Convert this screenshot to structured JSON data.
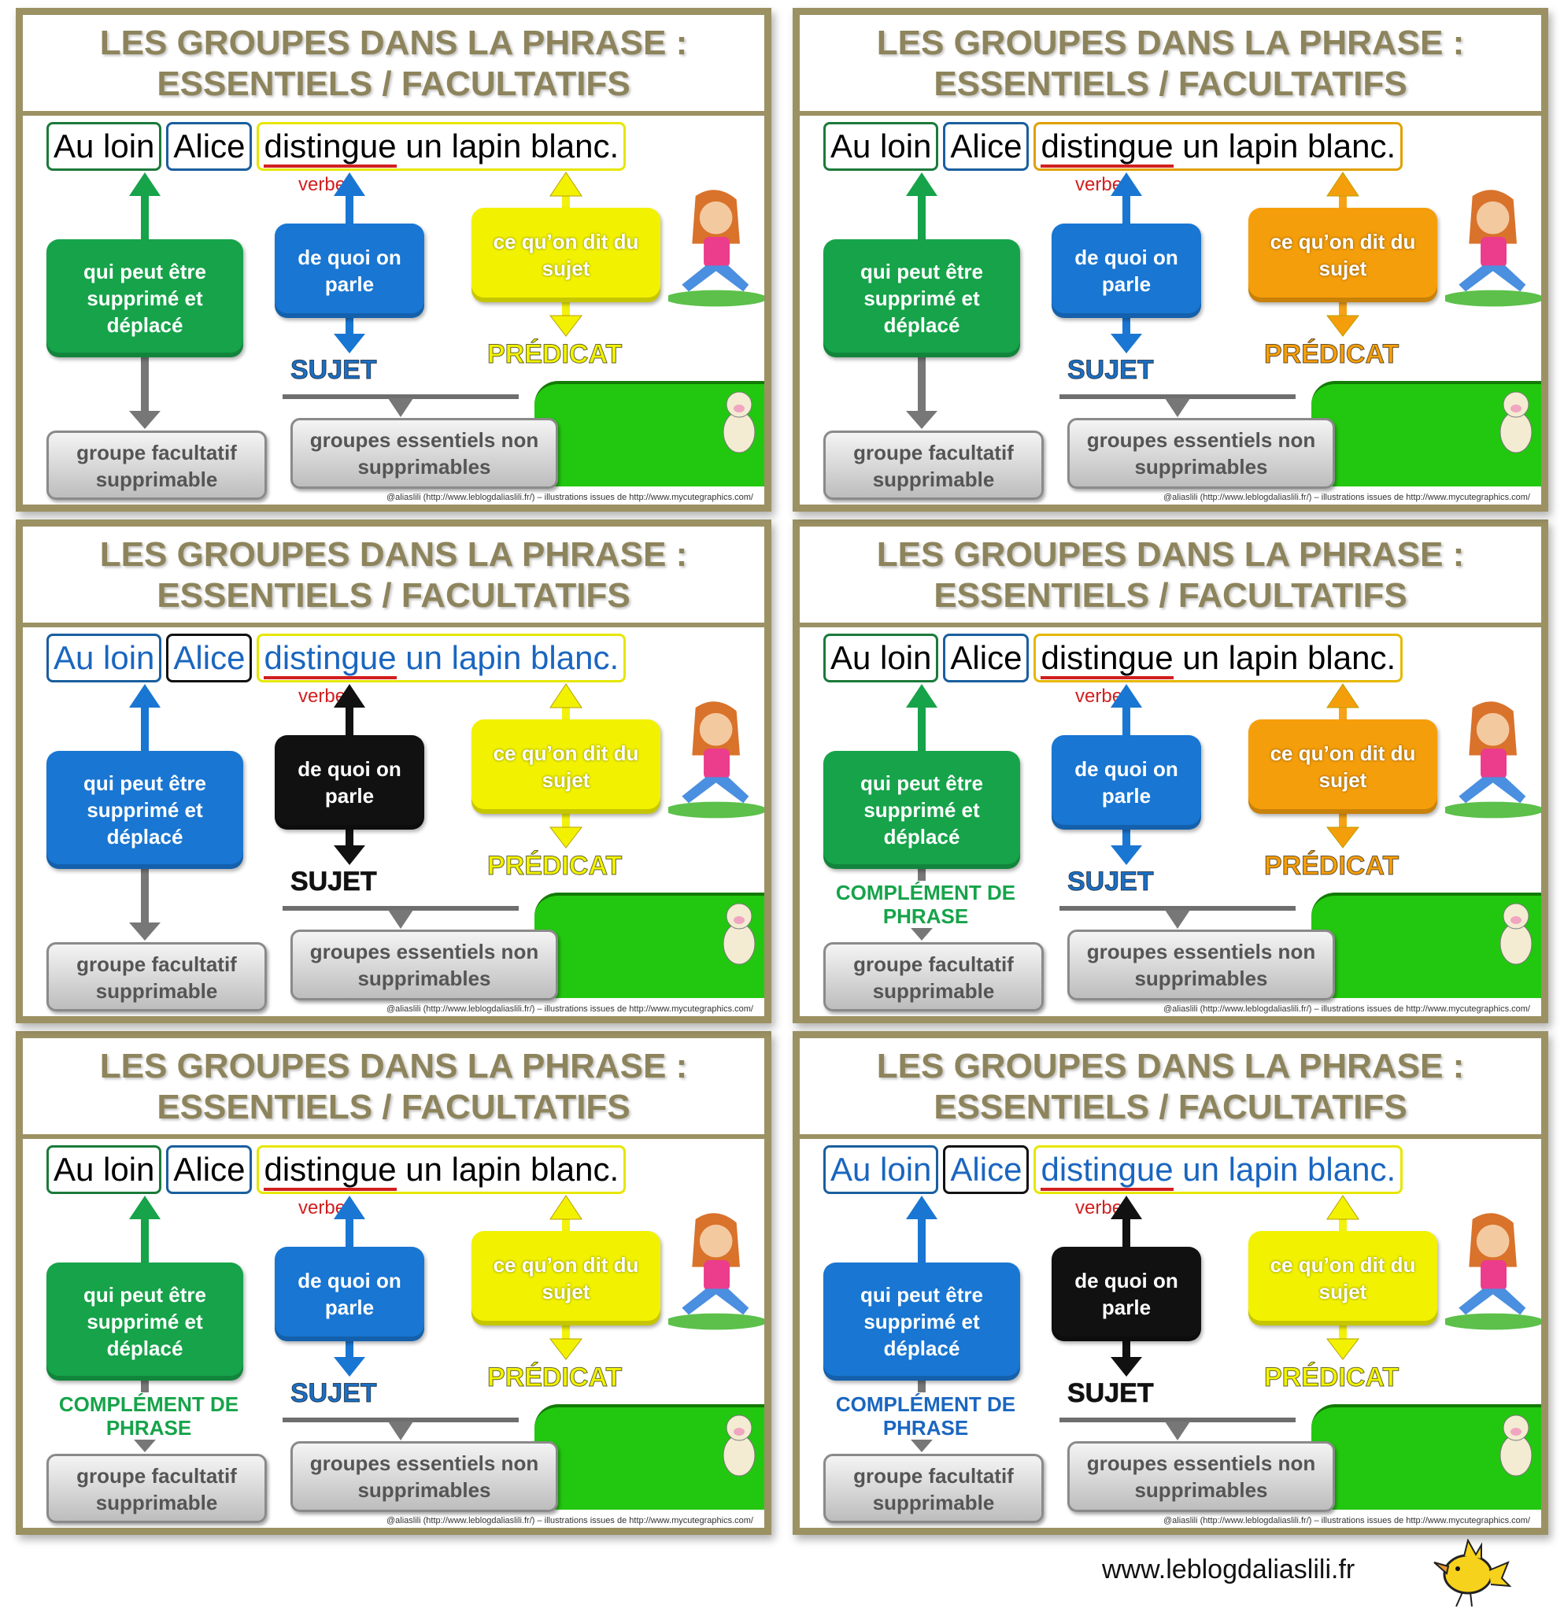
{
  "texts": {
    "title_line1": "LES GROUPES DANS LA PHRASE :",
    "title_line2": "ESSENTIELS / FACULTATIFS",
    "sentence_part1": "Au loin",
    "sentence_part2": "Alice",
    "sentence_verb": "distingue",
    "sentence_rest": "un lapin blanc.",
    "verbe_label": "verbe",
    "complement_box": "qui peut être supprimé et déplacé",
    "subject_box": "de quoi on parle",
    "predicate_box": "ce qu’on dit du sujet",
    "sujet_label": "SUJET",
    "predicat_label": "PRÉDICAT",
    "complement_label": "COMPLÉMENT DE PHRASE",
    "facultatif_button": "groupe facultatif supprimable",
    "essentiels_button": "groupes essentiels non supprimables",
    "credit": "@aliaslili (http://www.leblogdaliaslili.fr/) – illustrations issues de http://www.mycutegraphics.com/"
  },
  "watermark": "www.leblogdaliaslili.fr",
  "colors": {
    "frame": "#9b9163",
    "title": "#8d845c",
    "verb_red": "#d21f1f",
    "grass": "#22c80f"
  },
  "cards": [
    {
      "sentence_color": "#000000",
      "border1": "#1b7a3a",
      "border2": "#1a5f9e",
      "border3": "#e6b800",
      "comp": "#16a34a",
      "subj": "#1976d2",
      "pred": "#f59e0b",
      "sujet": "#1b6fc4",
      "predicat": "#f59e0b",
      "complement_label": true,
      "complement_color": "#16a34a"
    },
    {
      "sentence_color": "#000000",
      "border1": "#1b7a3a",
      "border2": "#1a5f9e",
      "border3": "#e6e600",
      "comp": "#16a34a",
      "subj": "#1976d2",
      "pred": "#f2f200",
      "sujet": "#1b6fc4",
      "predicat": "#f2f200",
      "complement_label": true,
      "complement_color": "#16a34a"
    },
    {
      "sentence_color": "#1a66c0",
      "border1": "#1a5f9e",
      "border2": "#111111",
      "border3": "#e6e600",
      "comp": "#1976d2",
      "subj": "#111111",
      "pred": "#f2f200",
      "sujet": "#111111",
      "predicat": "#f2f200",
      "complement_label": true,
      "complement_color": "#1a66c0"
    },
    {
      "sentence_color": "#000000",
      "border1": "#1b7a3a",
      "border2": "#1a5f9e",
      "border3": "#e0a000",
      "comp": "#16a34a",
      "subj": "#1976d2",
      "pred": "#f59e0b",
      "sujet": "#1b6fc4",
      "predicat": "#f59e0b",
      "complement_label": false
    },
    {
      "sentence_color": "#000000",
      "border1": "#1b7a3a",
      "border2": "#1a5f9e",
      "border3": "#e6e600",
      "comp": "#16a34a",
      "subj": "#1976d2",
      "pred": "#f2f200",
      "sujet": "#1b6fc4",
      "predicat": "#f2f200",
      "complement_label": false
    },
    {
      "sentence_color": "#1a66c0",
      "border1": "#1a5f9e",
      "border2": "#111111",
      "border3": "#e6e600",
      "comp": "#1976d2",
      "subj": "#111111",
      "pred": "#f2f200",
      "sujet": "#111111",
      "predicat": "#f2f200",
      "complement_label": false
    }
  ]
}
